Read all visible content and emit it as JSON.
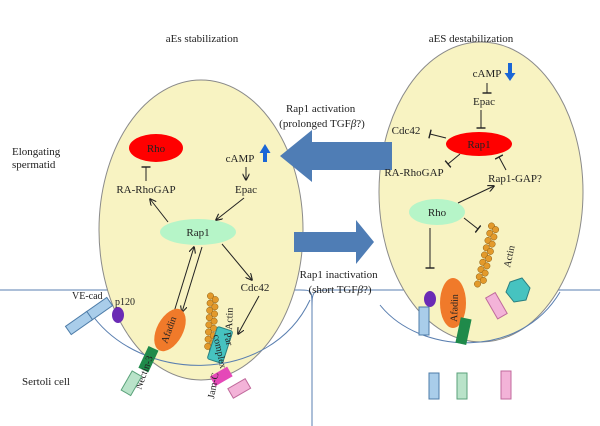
{
  "titles": {
    "left": "aEs stabilization",
    "right": "aES destabilization"
  },
  "labels": {
    "elongating_spermatid_line1": "Elongating",
    "elongating_spermatid_line2": "spermatid",
    "sertoli_cell": "Sertoli cell"
  },
  "arrows": {
    "activation_line1": "Rap1 activation",
    "activation_line2_prefix": "(prolonged TGF",
    "activation_line2_greek": "β",
    "activation_line2_suffix": "?)",
    "inactivation_line1": "Rap1 inactivation",
    "inactivation_line2_prefix": "(short TGF",
    "inactivation_line2_greek": "β",
    "inactivation_line2_suffix": "?)"
  },
  "left_cell": {
    "rho": "Rho",
    "camp": "cAMP",
    "ra_rhogap": "RA-RhoGAP",
    "epac": "Epac",
    "rap1": "Rap1",
    "cdc42": "Cdc42",
    "actin": "Actin",
    "par_line1": "Par",
    "par_line2": "complex",
    "afadin": "Afadin",
    "p120": "p120",
    "ve_cad": "VE-cad",
    "nectin3": "Nectin-3",
    "jam_c": "Jam-C"
  },
  "right_cell": {
    "camp": "cAMP",
    "epac": "Epac",
    "cdc42": "Cdc42",
    "rap1": "Rap1",
    "ra_rhogap": "RA-RhoGAP",
    "rap1_gap": "Rap1-GAP?",
    "rho": "Rho",
    "actin": "Actin",
    "afadin": "Afadin"
  },
  "colors": {
    "cell_fill": "#f8f3c2",
    "rho_red": "#ff0000",
    "rap1_green": "#b6f5c8",
    "big_arrow": "#4f7db5",
    "camp_arrow": "#1a66d6",
    "afadin_orange": "#f07a2a",
    "actin_orange": "#e39a2b",
    "nectin_green": "#1f8a4a",
    "light_blue": "#a9cdea",
    "mint": "#b9e3c9",
    "pink": "#f3b3d8",
    "magenta": "#e548b8",
    "teal": "#46c3c0",
    "purple": "#6b2bb5"
  }
}
